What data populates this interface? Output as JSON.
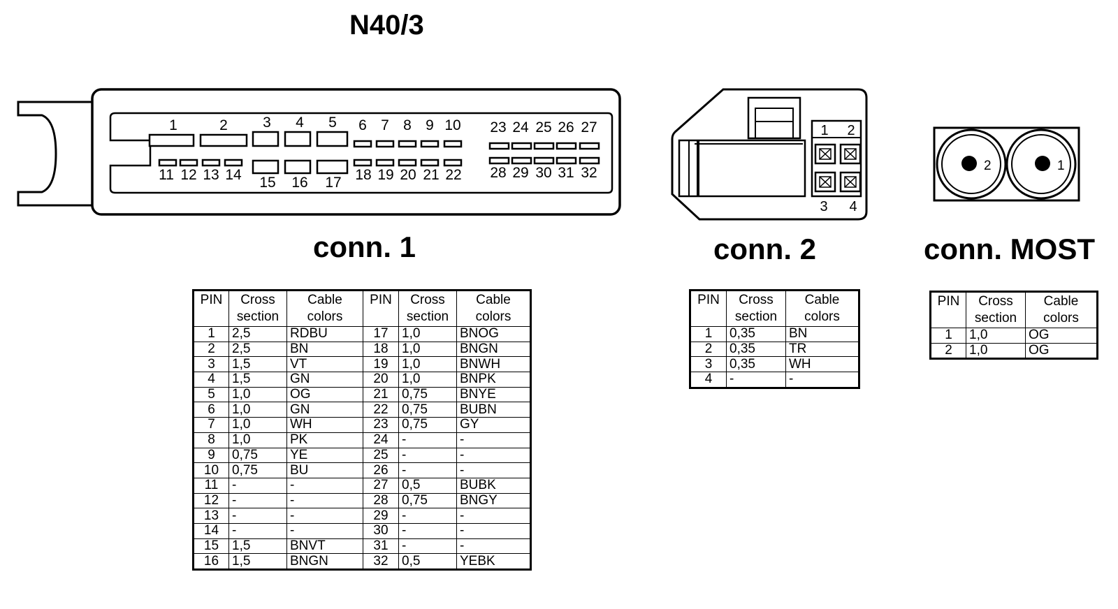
{
  "title": "N40/3",
  "connectors": {
    "c1": {
      "label": "conn. 1",
      "pins_top_row": [
        "1",
        "2",
        "3",
        "4",
        "5",
        "6",
        "7",
        "8",
        "9",
        "10",
        "23",
        "24",
        "25",
        "26",
        "27"
      ],
      "pins_bottom_row": [
        "11",
        "12",
        "13",
        "14",
        "15",
        "16",
        "17",
        "18",
        "19",
        "20",
        "21",
        "22",
        "28",
        "29",
        "30",
        "31",
        "32"
      ]
    },
    "c2": {
      "label": "conn. 2",
      "pins": [
        "1",
        "2",
        "3",
        "4"
      ]
    },
    "most": {
      "label": "conn. MOST",
      "pins": [
        "2",
        "1"
      ]
    }
  },
  "table_headers": {
    "pin": "PIN",
    "cross_1": "Cross",
    "cross_2": "section",
    "cable_1": "Cable",
    "cable_2": "colors"
  },
  "table1": [
    [
      "1",
      "2,5",
      "RDBU",
      "17",
      "1,0",
      "BNOG"
    ],
    [
      "2",
      "2,5",
      "BN",
      "18",
      "1,0",
      "BNGN"
    ],
    [
      "3",
      "1,5",
      "VT",
      "19",
      "1,0",
      "BNWH"
    ],
    [
      "4",
      "1,5",
      "GN",
      "20",
      "1,0",
      "BNPK"
    ],
    [
      "5",
      "1,0",
      "OG",
      "21",
      "0,75",
      "BNYE"
    ],
    [
      "6",
      "1,0",
      "GN",
      "22",
      "0,75",
      "BUBN"
    ],
    [
      "7",
      "1,0",
      "WH",
      "23",
      "0,75",
      "GY"
    ],
    [
      "8",
      "1,0",
      "PK",
      "24",
      "-",
      "-"
    ],
    [
      "9",
      "0,75",
      "YE",
      "25",
      "-",
      "-"
    ],
    [
      "10",
      "0,75",
      "BU",
      "26",
      "-",
      "-"
    ],
    [
      "11",
      "-",
      "-",
      "27",
      "0,5",
      "BUBK"
    ],
    [
      "12",
      "-",
      "-",
      "28",
      "0,75",
      "BNGY"
    ],
    [
      "13",
      "-",
      "-",
      "29",
      "-",
      "-"
    ],
    [
      "14",
      "-",
      "-",
      "30",
      "-",
      "-"
    ],
    [
      "15",
      "1,5",
      "BNVT",
      "31",
      "-",
      "-"
    ],
    [
      "16",
      "1,5",
      "BNGN",
      "32",
      "0,5",
      "YEBK"
    ]
  ],
  "table2": [
    [
      "1",
      "0,35",
      "BN"
    ],
    [
      "2",
      "0,35",
      "TR"
    ],
    [
      "3",
      "0,35",
      "WH"
    ],
    [
      "4",
      "-",
      "-"
    ]
  ],
  "table3": [
    [
      "1",
      "1,0",
      "OG"
    ],
    [
      "2",
      "1,0",
      "OG"
    ]
  ]
}
